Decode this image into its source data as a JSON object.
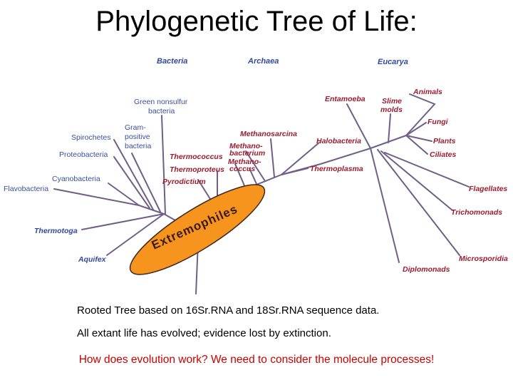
{
  "title": "Phylogenetic Tree of Life:",
  "domains": {
    "bacteria": "Bacteria",
    "archaea": "Archaea",
    "eucarya": "Eucarya"
  },
  "labels": {
    "green_nonsulfur_1": "Green nonsulfur",
    "green_nonsulfur_2": "bacteria",
    "gram_positive_1": "Gram-",
    "gram_positive_2": "positive",
    "gram_positive_3": "bacteria",
    "spirochetes": "Spirochetes",
    "proteobacteria": "Proteobacteria",
    "cyanobacteria": "Cyanobacteria",
    "flavobacteria": "Flavobacteria",
    "thermotoga": "Thermotoga",
    "aquifex": "Aquifex",
    "methanosarcina": "Methanosarcina",
    "methanobacterium_1": "Methano-",
    "methanobacterium_2": "bacterium",
    "methanococcus_1": "Methano-",
    "methanococcus_2": "coccus",
    "thermococcus": "Thermococcus",
    "thermoproteus": "Thermoproteus",
    "pyrodictium": "Pyrodictium",
    "halobacteria": "Halobacteria",
    "thermoplasma": "Thermoplasma",
    "entamoeba": "Entamoeba",
    "slime_molds_1": "Slime",
    "slime_molds_2": "molds",
    "animals": "Animals",
    "fungi": "Fungi",
    "plants": "Plants",
    "ciliates": "Ciliates",
    "flagellates": "Flagellates",
    "trichomonads": "Trichomonads",
    "microsporidia": "Microsporidia",
    "diplomonads": "Diplomonads"
  },
  "highlight": {
    "text": "Extremophiles",
    "fill_color": "#f7941d"
  },
  "captions": {
    "line1": "Rooted Tree based on 16Sr.RNA and 18Sr.RNA sequence data.",
    "line2": "All extant life has evolved; evidence lost by extinction."
  },
  "question": "How does evolution work?  We need to consider the molecule processes!",
  "colors": {
    "branch": "#6f5f86",
    "label_blue": "#3b4f9e",
    "label_red": "#9c1c2e",
    "question_red": "#cc0000"
  }
}
